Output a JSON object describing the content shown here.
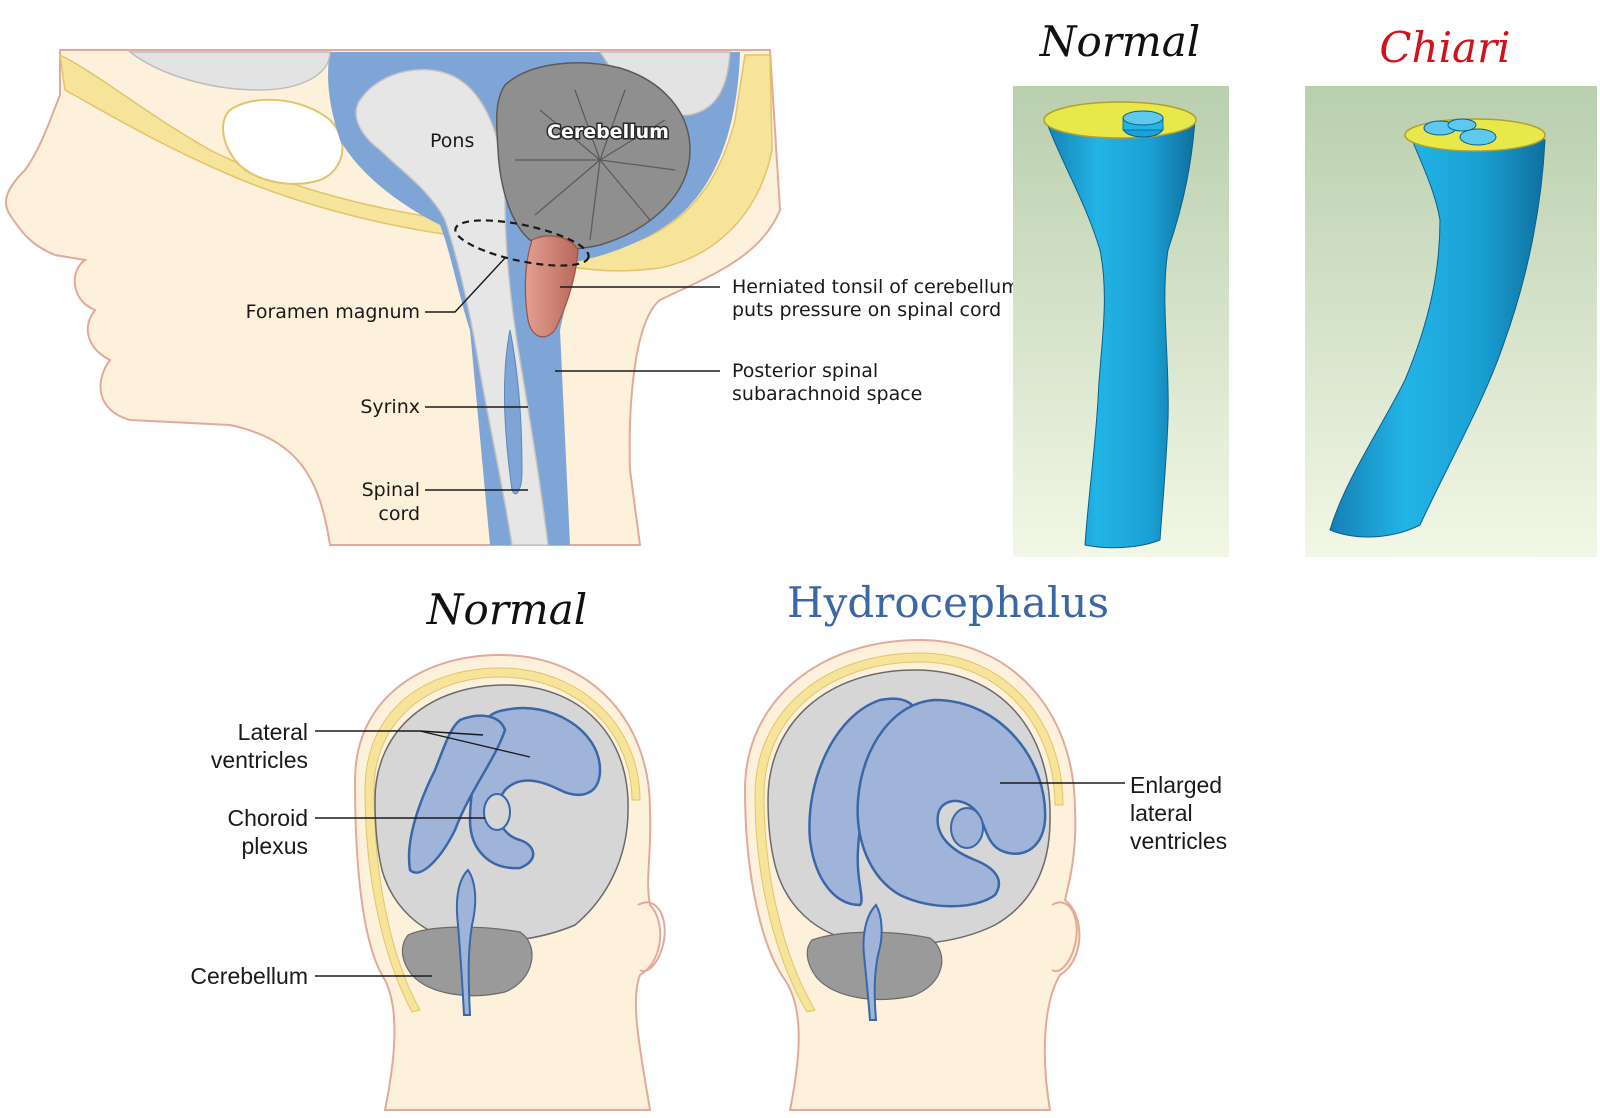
{
  "sagittal": {
    "pons": "Pons",
    "cerebellum": "Cerebellum",
    "foramen_magnum": "Foramen magnum",
    "herniated_line1": "Herniated tonsil of cerebellum",
    "herniated_line2": "puts pressure on spinal cord",
    "posterior_line1": "Posterior spinal",
    "posterior_line2": "subarachnoid space",
    "syrinx": "Syrinx",
    "spinal_line1": "Spinal",
    "spinal_line2": "cord"
  },
  "models": {
    "normal_title": "Normal",
    "chiari_title": "Chiari"
  },
  "heads": {
    "normal_title": "Normal",
    "hydro_title": "Hydrocephalus",
    "lateral_line1": "Lateral",
    "lateral_line2": "ventricles",
    "choroid_line1": "Choroid",
    "choroid_line2": "plexus",
    "cerebellum": "Cerebellum",
    "enlarged_line1": "Enlarged",
    "enlarged_line2": "lateral",
    "enlarged_line3": "ventricles"
  },
  "colors": {
    "skin": "#fdf1dc",
    "skin_outline": "#e3a99a",
    "bone": "#f6e49a",
    "csf": "#7fa4d6",
    "brain": "#d6d6d6",
    "tonsil": "#c97b6c",
    "tube": "#1aa3d6",
    "tube_top": "#e8e84a",
    "chiari_red": "#d0121b",
    "hydro_blue": "#3a67a8"
  }
}
